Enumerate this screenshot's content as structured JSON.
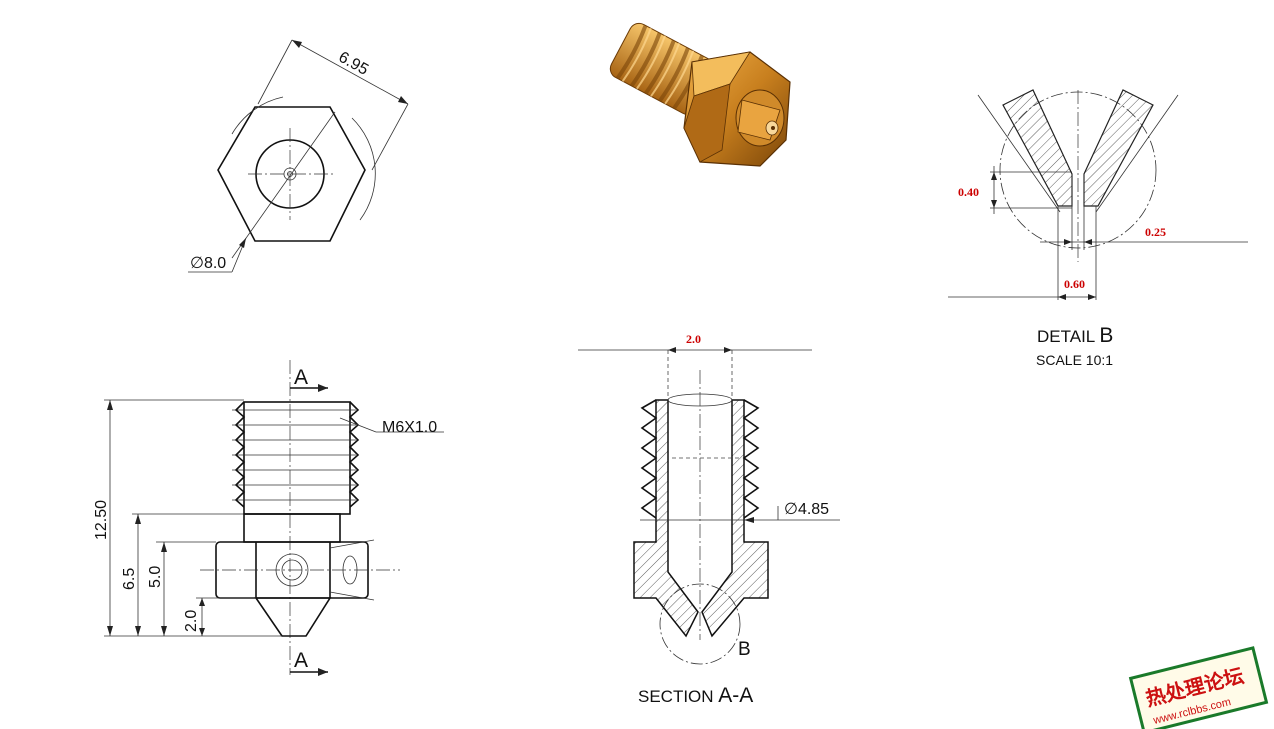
{
  "top_view": {
    "across_flats": "6.95",
    "diameter": "∅8.0"
  },
  "side_view": {
    "section_marker_top": "A",
    "section_marker_bottom": "A",
    "thread": "M6X1.0",
    "dims": [
      "12.50",
      "6.5",
      "5.0",
      "2.0"
    ]
  },
  "section_view": {
    "bore_dim": "2.0",
    "diameter": "∅4.85",
    "detail_marker": "B",
    "title_prefix": "SECTION ",
    "title_suffix": "A-A"
  },
  "detail_view": {
    "dims": [
      "0.40",
      "0.25",
      "0.60"
    ],
    "title_prefix": "DETAIL ",
    "title_suffix": "B",
    "scale": "SCALE 10:1"
  },
  "watermark": {
    "text": "热处理论坛",
    "url": "www.rclbbs.com"
  },
  "colors": {
    "dim_red": "#cc0000",
    "brass": "#c87f1e",
    "watermark_green": "#1a7a2a",
    "watermark_red": "#cc1111"
  }
}
